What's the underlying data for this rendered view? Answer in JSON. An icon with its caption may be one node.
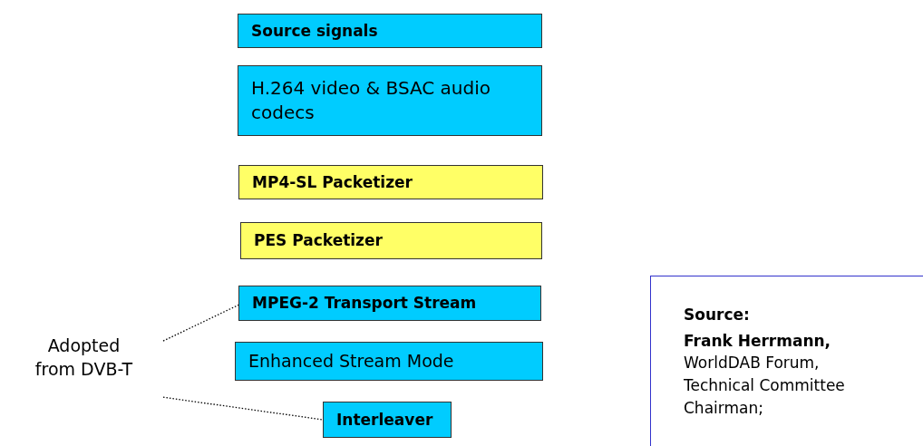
{
  "diagram": {
    "nodes": [
      {
        "text": [
          "Source signals"
        ]
      },
      {
        "text": [
          "H.264 video & BSAC audio codecs"
        ]
      },
      {
        "text": [
          "MP4-SL Packetizer"
        ]
      },
      {
        "text": [
          "PES Packetizer"
        ]
      },
      {
        "text": [
          "MPEG-2 Transport Stream"
        ]
      },
      {
        "text": [
          "Enhanced Stream Mode"
        ]
      },
      {
        "text": [
          "Interleaver"
        ]
      },
      {
        "text": [
          "Adopted from DVB-T"
        ]
      },
      {
        "text": [
          "Source:",
          "Frank Herrmann,",
          "WorldDAB Forum, Technical Committee Chairman;"
        ]
      }
    ],
    "edges": [
      {
        "from": 7,
        "to": 4,
        "arrow": "none",
        "style": "dashed"
      },
      {
        "from": 7,
        "to": 6,
        "arrow": "none",
        "style": "dashed"
      }
    ]
  }
}
